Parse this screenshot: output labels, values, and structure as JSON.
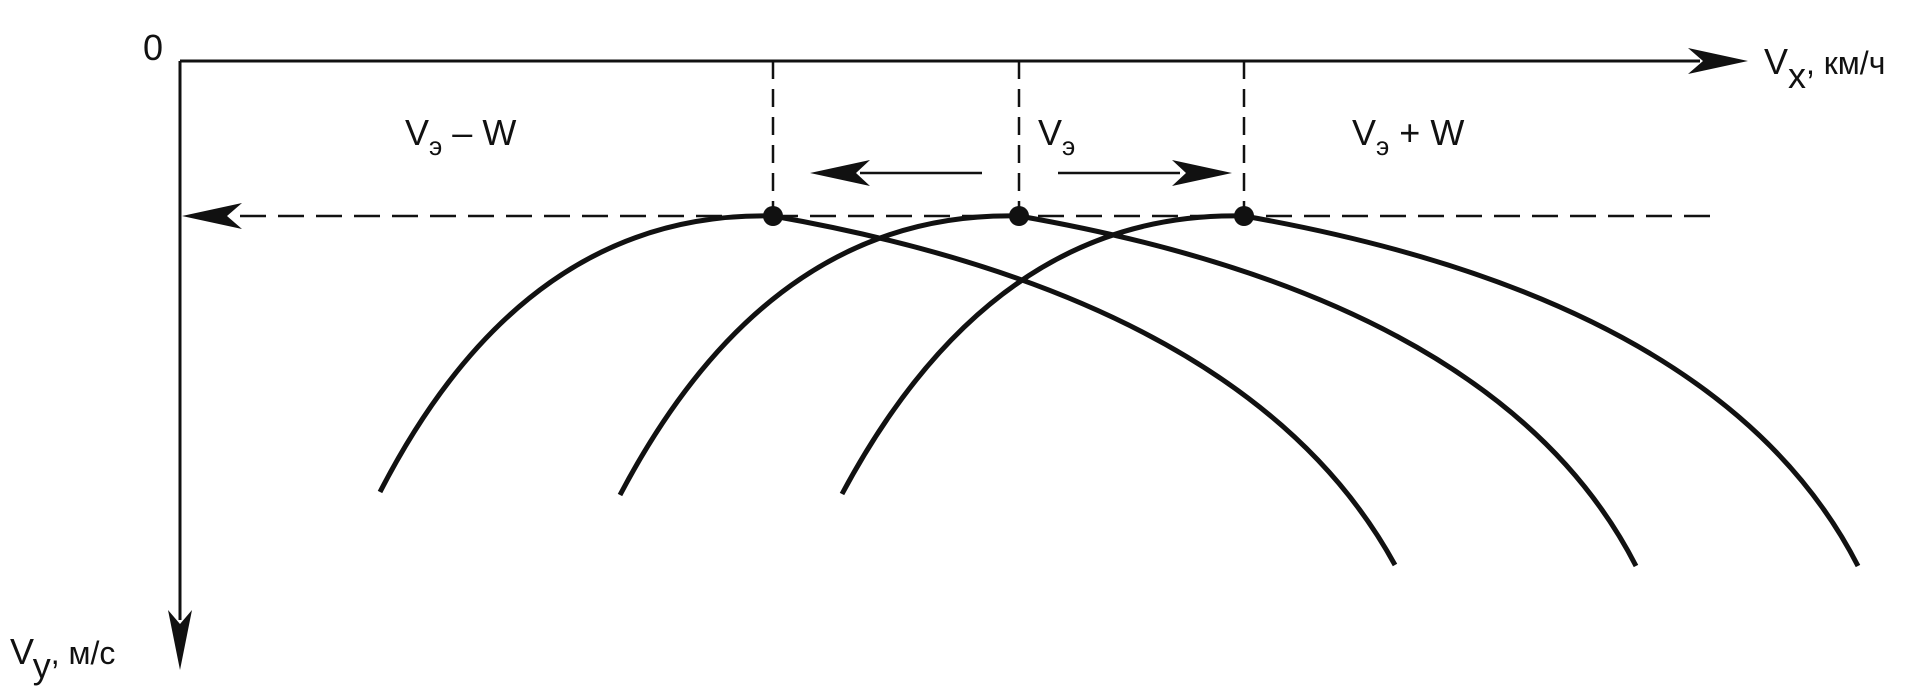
{
  "axes": {
    "origin": "0",
    "x_symbol": "V",
    "x_subscript": "x",
    "x_unit": ", км/ч",
    "y_symbol": "V",
    "y_subscript": "y",
    "y_unit": ", м/с"
  },
  "labels": {
    "left": {
      "symbol": "V",
      "subscript": "э",
      "suffix": " – W"
    },
    "middle": {
      "symbol": "V",
      "subscript": "э",
      "suffix": ""
    },
    "right": {
      "symbol": "V",
      "subscript": "э",
      "suffix": " + W"
    }
  },
  "curves": [
    {
      "name": "curve-left"
    },
    {
      "name": "curve-middle"
    },
    {
      "name": "curve-right"
    }
  ],
  "colors": {
    "ink": "#111111",
    "background": "#ffffff"
  }
}
